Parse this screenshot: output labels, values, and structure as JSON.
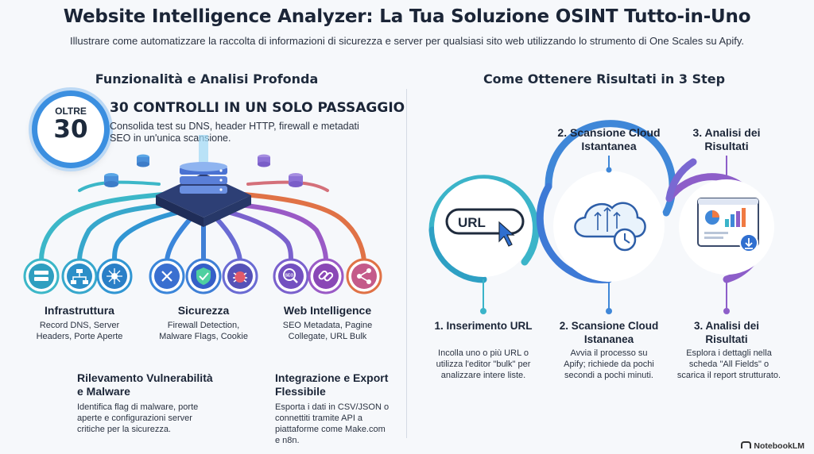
{
  "header": {
    "title": "Website Intelligence Analyzer: La Tua Soluzione OSINT Tutto-in-Uno",
    "subtitle": "Illustrare come automatizzare la raccolta di informazioni di sicurezza e server per qualsiasi sito web utilizzando lo strumento di One Scales su Apify."
  },
  "left": {
    "heading": "Funzionalità e Analisi Profonda",
    "badge": {
      "small": "OLTRE",
      "big": "30"
    },
    "controls_title": "30 CONTROLLI IN UN SOLO PASSAGGIO",
    "controls_desc": "Consolida test su DNS, header HTTP, firewall e metadati SEO in un'unica scansione.",
    "categories": [
      {
        "title": "Infrastruttura",
        "desc_1": "Record DNS, Server",
        "desc_2": "Headers, Porte Aperte"
      },
      {
        "title": "Sicurezza",
        "desc_1": "Firewall Detection,",
        "desc_2": "Malware Flags, Cookie"
      },
      {
        "title": "Web Intelligence",
        "desc_1": "SEO Metadata, Pagine",
        "desc_2": "Collegate, URL Bulk"
      }
    ],
    "features": [
      {
        "title_1": "Rilevamento Vulnerabilità",
        "title_2": "e Malware",
        "desc_1": "Identifica flag di malware, porte",
        "desc_2": "aperte e configurazioni server",
        "desc_3": "critiche per la sicurezza.",
        "desc_4": ""
      },
      {
        "title_1": "Integrazione e Export",
        "title_2": "Flessibile",
        "desc_1": "Esporta i dati in CSV/JSON o",
        "desc_2": "connettiti tramite API a",
        "desc_3": "piattaforme come Make.com",
        "desc_4": "e n8n."
      }
    ],
    "colors": {
      "infra": "#3aa5c9",
      "security": "#3f7fd6",
      "web": "#8a59c4",
      "web2": "#e46f4d"
    }
  },
  "right": {
    "heading": "Come Ottenere Risultati in 3 Step",
    "url_text": "URL",
    "steps": [
      {
        "top_1": "",
        "top_2": "",
        "label": "1. Inserimento URL",
        "label_2": "",
        "desc_1": "Incolla uno o più URL o",
        "desc_2": "utilizza l'editor \"bulk\" per",
        "desc_3": "analizzare intere liste."
      },
      {
        "top_1": "2. Scansione Cloud",
        "top_2": "Istantanea",
        "label": "2. Scansione Cloud",
        "label_2": "Istananea",
        "desc_1": "Avvia il processo su",
        "desc_2": "Apify; richiede da pochi",
        "desc_3": "secondi a pochi minuti."
      },
      {
        "top_1": "3. Analisi dei",
        "top_2": "Risultati",
        "label": "3. Analisi dei",
        "label_2": "Risultati",
        "desc_1": "Esplora i dettagli nella",
        "desc_2": "scheda \"All Fields\" o",
        "desc_3": "scarica il report strutturato."
      }
    ]
  },
  "brand": "NotebookLM"
}
